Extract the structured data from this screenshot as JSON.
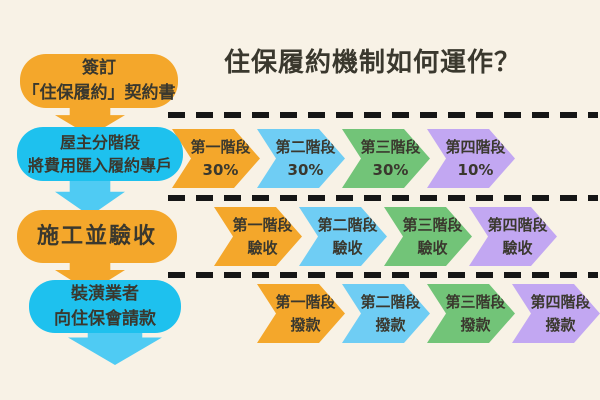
{
  "title": "住保履約機制如何運作？",
  "colors": {
    "background": "#F8F2E6",
    "orange": "#F4A72B",
    "cyan_box": "#1EC1EE",
    "cyan_chevron": "#6FCDF4",
    "green": "#72C478",
    "purple": "#C2A7F2",
    "dash_black": "#161616",
    "text_dark": "#3A382E"
  },
  "flow_steps": [
    {
      "color": "orange",
      "lines": [
        "簽訂",
        "「住保履約」契約書"
      ]
    },
    {
      "color": "cyan",
      "lines": [
        "屋主分階段",
        "將費用匯入履約專戶"
      ]
    },
    {
      "color": "orange",
      "lines": [
        "施工並驗收"
      ]
    },
    {
      "color": "cyan",
      "lines": [
        "裝潢業者",
        "向住保會請款"
      ]
    }
  ],
  "stage_rows": [
    {
      "name": "deposit-percentages",
      "items": [
        {
          "title": "第一階段",
          "sub": "30%",
          "color": "orange"
        },
        {
          "title": "第二階段",
          "sub": "30%",
          "color": "cyan"
        },
        {
          "title": "第三階段",
          "sub": "30%",
          "color": "green"
        },
        {
          "title": "第四階段",
          "sub": "10%",
          "color": "purple"
        }
      ]
    },
    {
      "name": "acceptance-stages",
      "items": [
        {
          "title": "第一階段",
          "sub": "驗收",
          "color": "orange"
        },
        {
          "title": "第二階段",
          "sub": "驗收",
          "color": "cyan"
        },
        {
          "title": "第三階段",
          "sub": "驗收",
          "color": "green"
        },
        {
          "title": "第四階段",
          "sub": "驗收",
          "color": "purple"
        }
      ]
    },
    {
      "name": "disbursement-stages",
      "items": [
        {
          "title": "第一階段",
          "sub": "撥款",
          "color": "orange"
        },
        {
          "title": "第二階段",
          "sub": "撥款",
          "color": "cyan"
        },
        {
          "title": "第三階段",
          "sub": "撥款",
          "color": "green"
        },
        {
          "title": "第四階段",
          "sub": "撥款",
          "color": "purple"
        }
      ]
    }
  ]
}
